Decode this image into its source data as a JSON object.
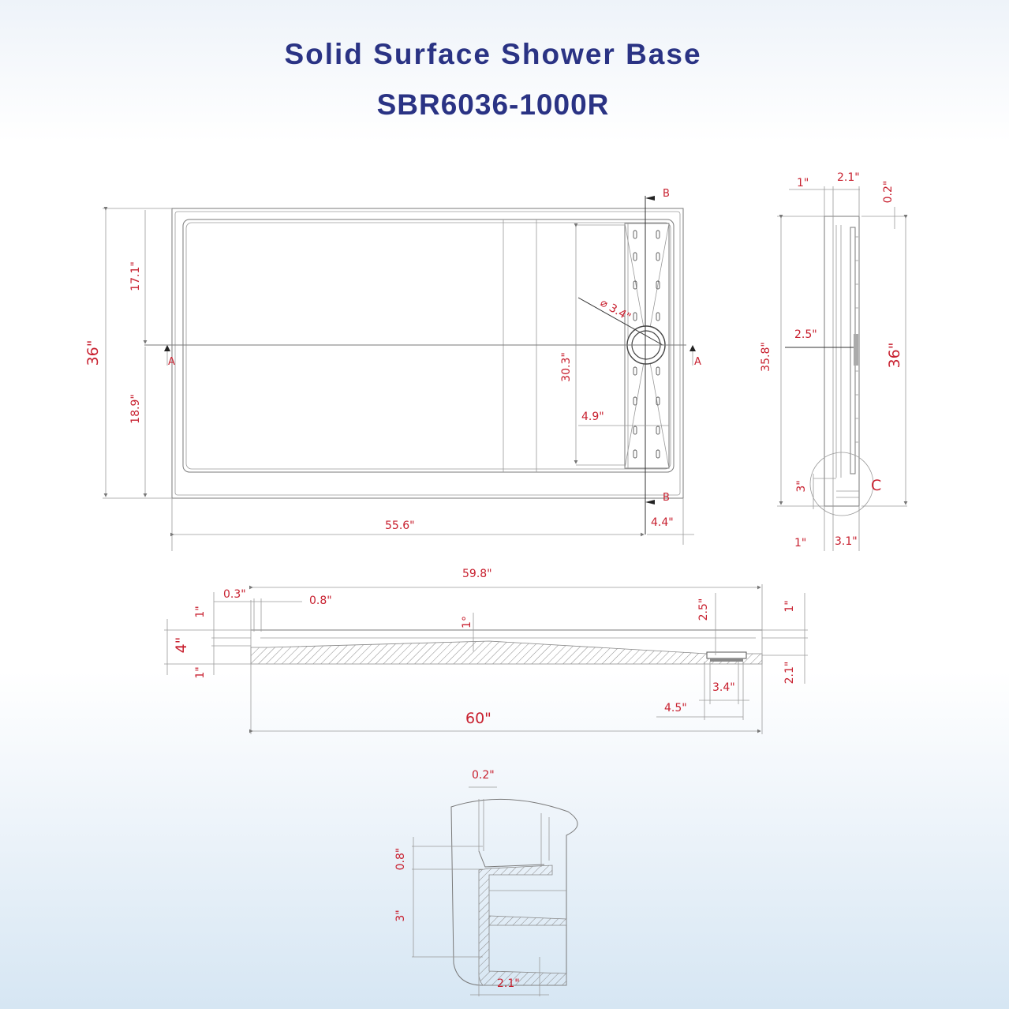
{
  "header": {
    "title": "Solid Surface Shower Base",
    "model": "SBR6036-1000R"
  },
  "colors": {
    "title": "#2a3384",
    "dimension_text": "#c8202f",
    "line": "#7a7a7a"
  },
  "top_view": {
    "overall_depth": "36\"",
    "upper_segment": "17.1\"",
    "lower_segment": "18.9\"",
    "drain_span": "30.3\"",
    "drain_diameter": "3.4\"",
    "drain_channel_width": "4.9\"",
    "length_to_drain": "55.6\"",
    "drain_to_edge": "4.4\"",
    "section_a": "A",
    "section_b": "B"
  },
  "side_view": {
    "top_left": "1\"",
    "top_width": "2.1\"",
    "top_right": "0.2\"",
    "inner_depth": "35.8\"",
    "drain_offset": "2.5\"",
    "overall_depth": "36\"",
    "curb_height": "3\"",
    "bottom_left": "1\"",
    "bottom_width": "3.1\"",
    "detail_label": "C"
  },
  "front_section": {
    "inner_length": "59.8\"",
    "lip": "0.3\"",
    "wall": "0.8\"",
    "slope": "1°",
    "drain_depth": "2.5\"",
    "right_top": "1\"",
    "right_bottom": "2.1\"",
    "total_height": "4\"",
    "left_top": "1\"",
    "left_bottom": "1\"",
    "drain_diameter": "3.4\"",
    "drain_offset": "4.5\"",
    "overall_length": "60\""
  },
  "detail_c": {
    "lip": "0.2\"",
    "step": "0.8\"",
    "height": "3\"",
    "width": "2.1\""
  }
}
